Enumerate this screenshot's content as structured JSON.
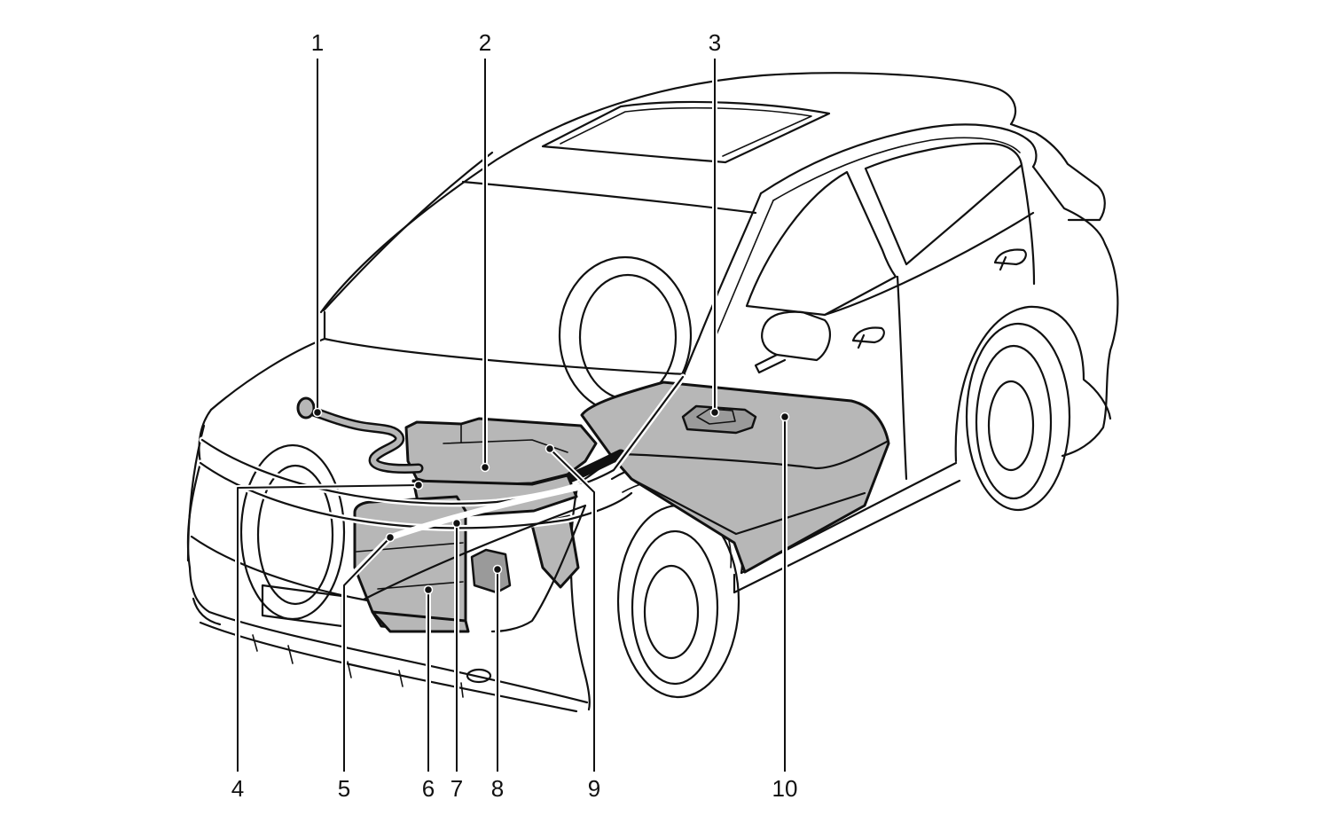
{
  "callouts": [
    "1",
    "2",
    "3",
    "4",
    "5",
    "6",
    "7",
    "8",
    "9",
    "10"
  ],
  "colors": {
    "line": "#111111",
    "component_fill": "#b7b7b7",
    "component_dark": "#9a9a9a",
    "background": "#ffffff"
  }
}
